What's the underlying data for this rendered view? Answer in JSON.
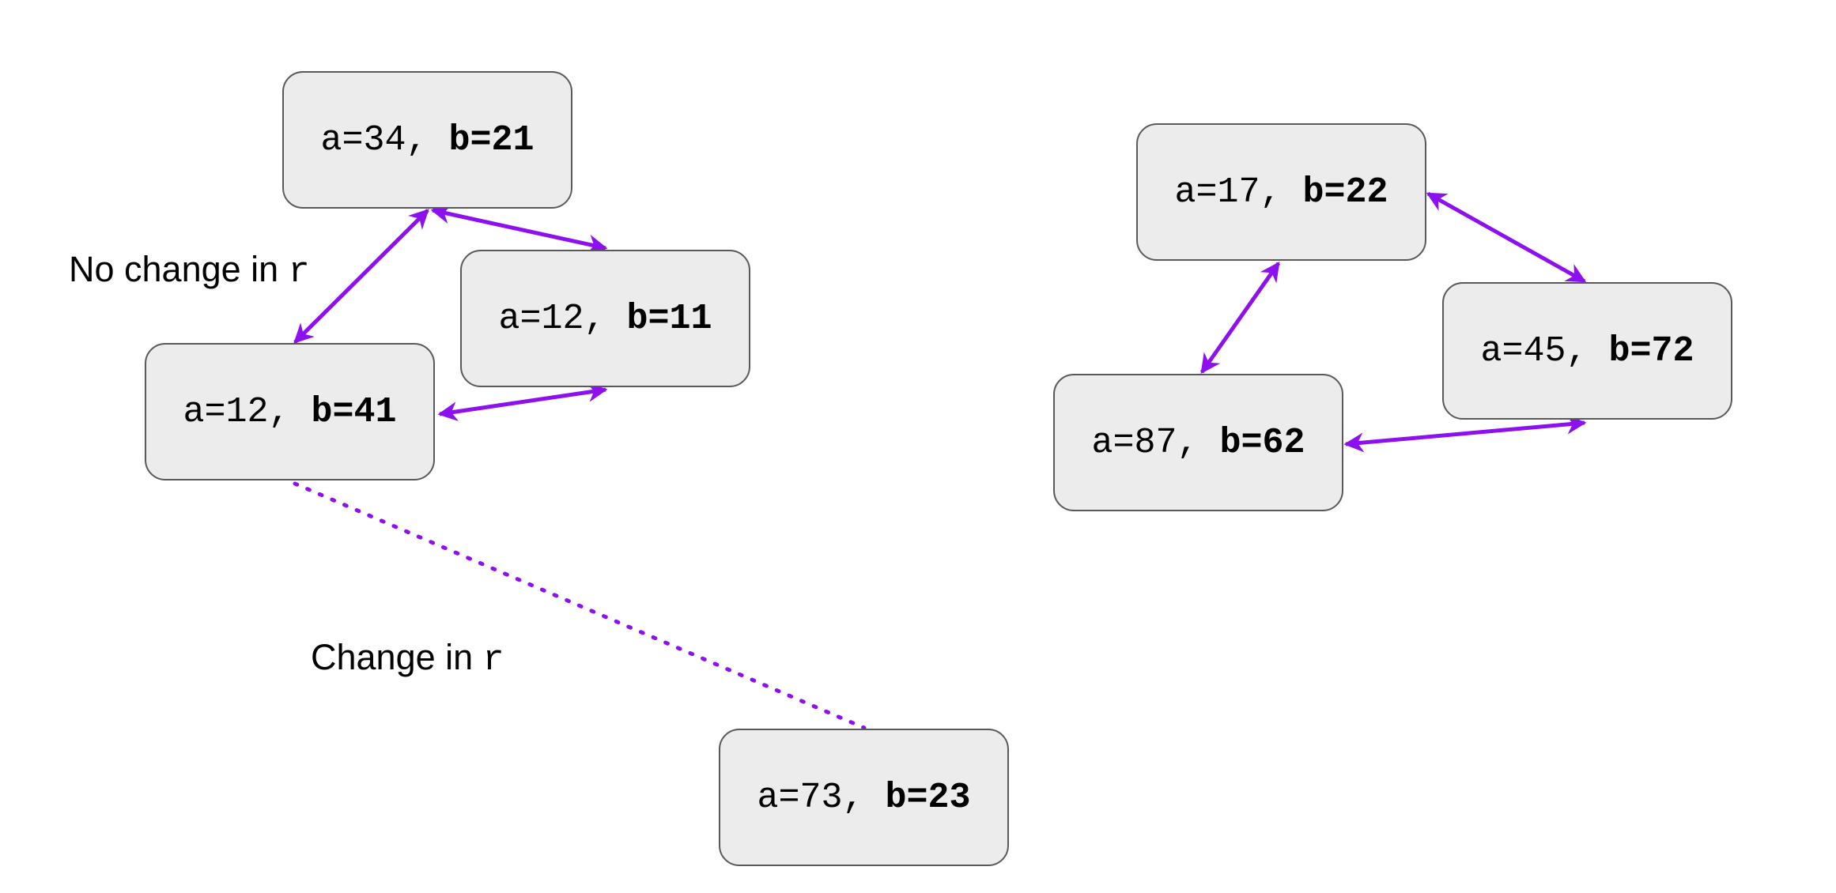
{
  "colors": {
    "arrow": "#8c10f0",
    "node_fill": "#ececec",
    "node_border": "#595959"
  },
  "captions": {
    "no_change": {
      "text": "No change in ",
      "var": "r"
    },
    "change": {
      "text": "Change in ",
      "var": "r"
    }
  },
  "nodes": {
    "n1": {
      "a": "a=34, ",
      "b": "b=21"
    },
    "n2": {
      "a": "a=12, ",
      "b": "b=11"
    },
    "n3": {
      "a": "a=12, ",
      "b": "b=41"
    },
    "n4": {
      "a": "a=73, ",
      "b": "b=23"
    },
    "n5": {
      "a": "a=17, ",
      "b": "b=22"
    },
    "n6": {
      "a": "a=45, ",
      "b": "b=72"
    },
    "n7": {
      "a": "a=87, ",
      "b": "b=62"
    }
  }
}
